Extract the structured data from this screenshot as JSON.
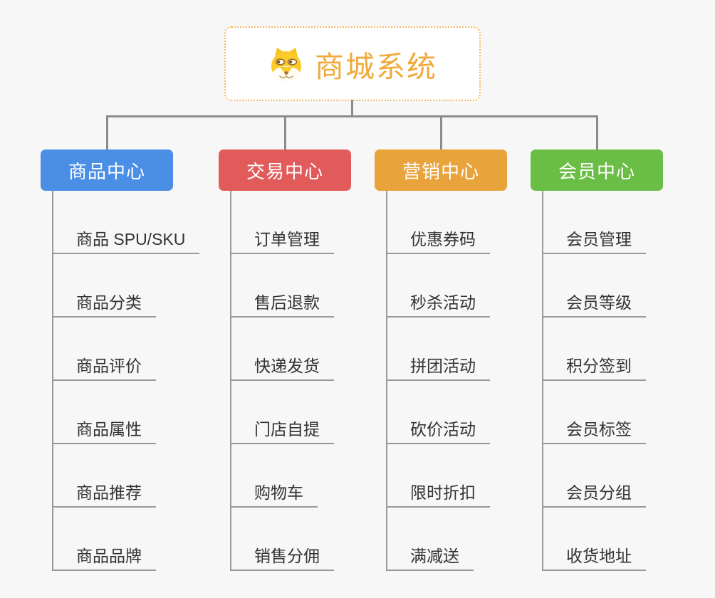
{
  "root": {
    "title": "商城系统",
    "accent": "#f0a93a",
    "border_color": "#f3b85e",
    "icon": "shiba-dog-icon"
  },
  "connector_color": "#8c8c8c",
  "line_color": "#999999",
  "branches": [
    {
      "label": "商品中心",
      "color": "#4a8ee6",
      "items": [
        "商品 SPU/SKU",
        "商品分类",
        "商品评价",
        "商品属性",
        "商品推荐",
        "商品品牌"
      ]
    },
    {
      "label": "交易中心",
      "color": "#e25b5b",
      "items": [
        "订单管理",
        "售后退款",
        "快递发货",
        "门店自提",
        "购物车",
        "销售分佣"
      ]
    },
    {
      "label": "营销中心",
      "color": "#e9a33b",
      "items": [
        "优惠券码",
        "秒杀活动",
        "拼团活动",
        "砍价活动",
        "限时折扣",
        "满减送"
      ]
    },
    {
      "label": "会员中心",
      "color": "#6bbe45",
      "items": [
        "会员管理",
        "会员等级",
        "积分签到",
        "会员标签",
        "会员分组",
        "收货地址"
      ]
    }
  ]
}
